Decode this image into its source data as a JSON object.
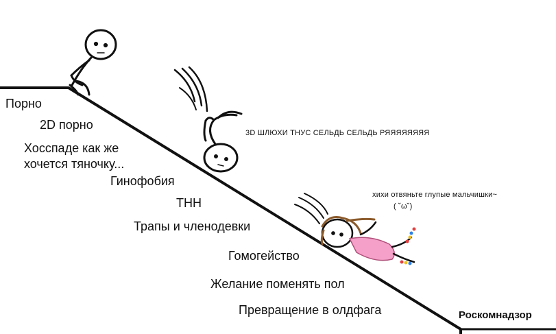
{
  "slope_labels": [
    "Порно",
    "2D порно",
    "Хосспаде как же",
    "хочется тяночку...",
    "Гинофобия",
    "ТНН",
    "Трапы и членодевки",
    "Гомогейство",
    "Желание поменять пол",
    "Превращение в олдфага"
  ],
  "bottom_label": "Роскомнадзор",
  "speech": {
    "falling_man": "3D ШЛЮХИ ТНУС СЕЛЬДЬ СЕЛЬДЬ РЯЯЯЯЯЯЯЯ",
    "girl_line1": "хихи отвяньте глупые мальчишки~",
    "girl_line2": "( ˘ω˘)"
  },
  "colors": {
    "ink": "#111111",
    "dress": "#f4a0c8",
    "hair": "#8b5a2b"
  }
}
